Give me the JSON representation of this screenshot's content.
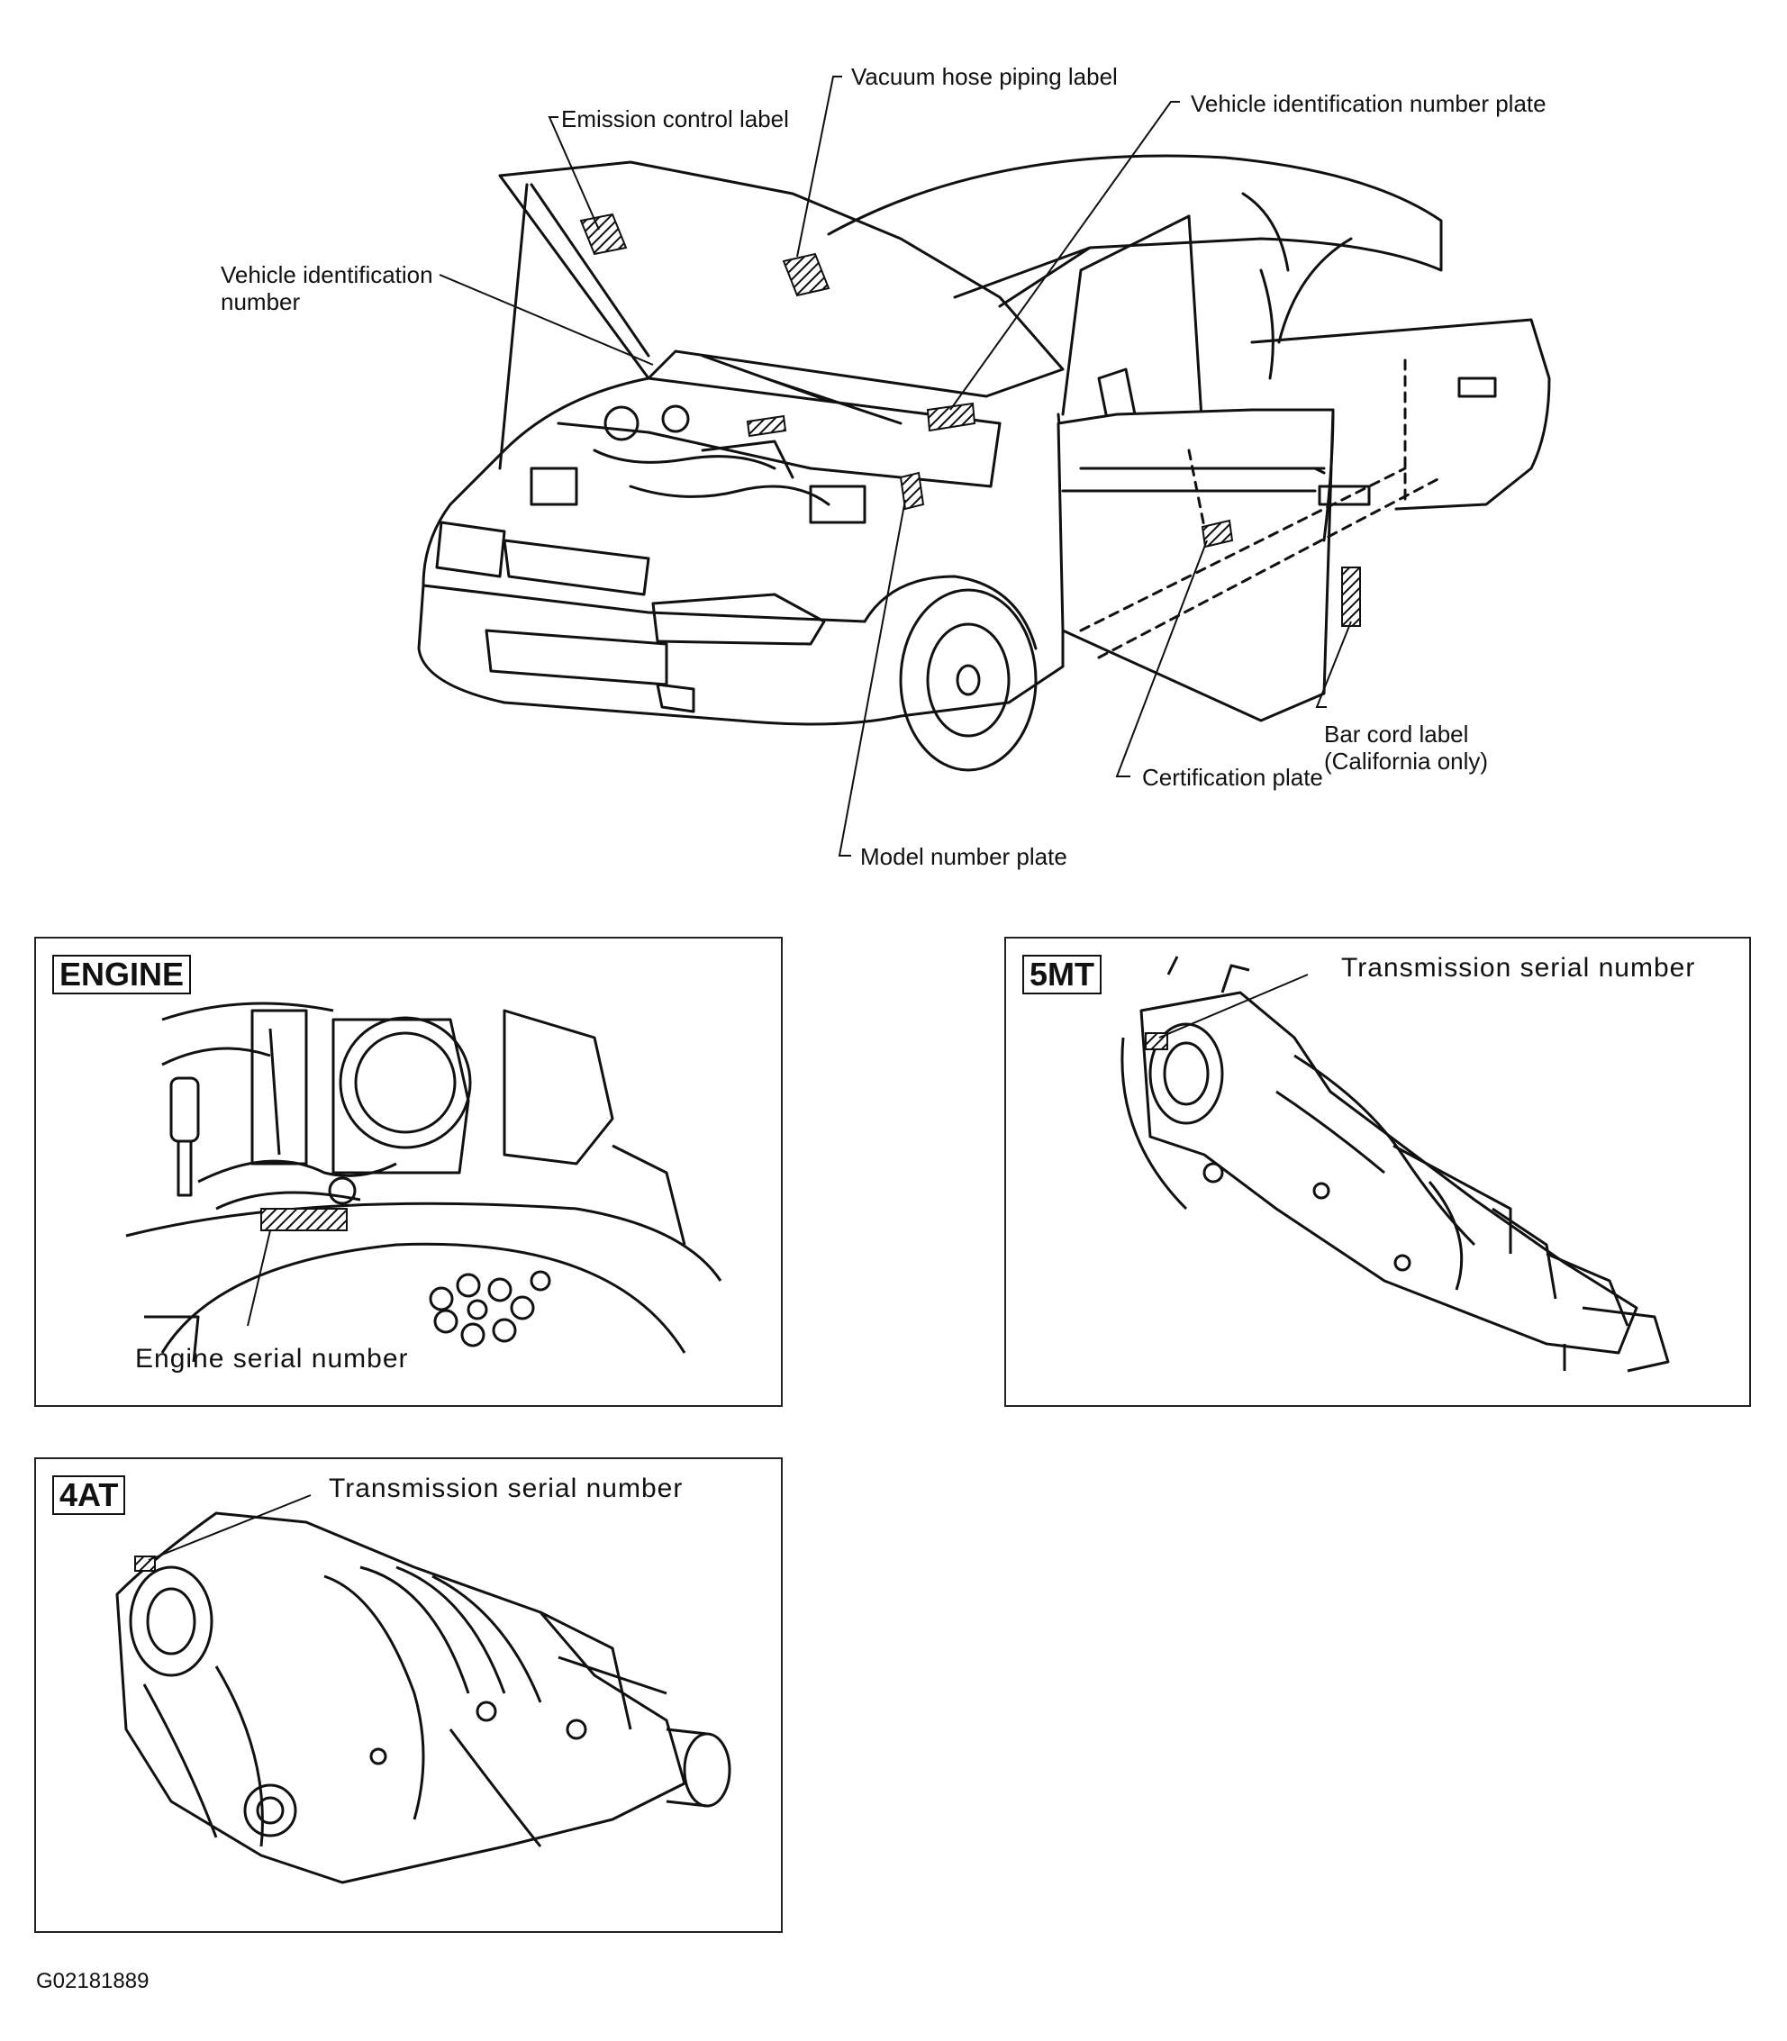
{
  "car_callouts": {
    "vacuum_hose": "Vacuum hose piping label",
    "emission_control": "Emission control label",
    "vin_plate": "Vehicle identification number plate",
    "vin": "Vehicle identification number",
    "bar_code": "Bar cord label (California only)",
    "certification": "Certification plate",
    "model_number": "Model number plate"
  },
  "panels": {
    "engine": {
      "tag": "ENGINE",
      "label": "Engine serial number"
    },
    "mt": {
      "tag": "5MT",
      "label": "Transmission serial number"
    },
    "at": {
      "tag": "4AT",
      "label": "Transmission serial number"
    }
  },
  "figure_id": "G02181889"
}
